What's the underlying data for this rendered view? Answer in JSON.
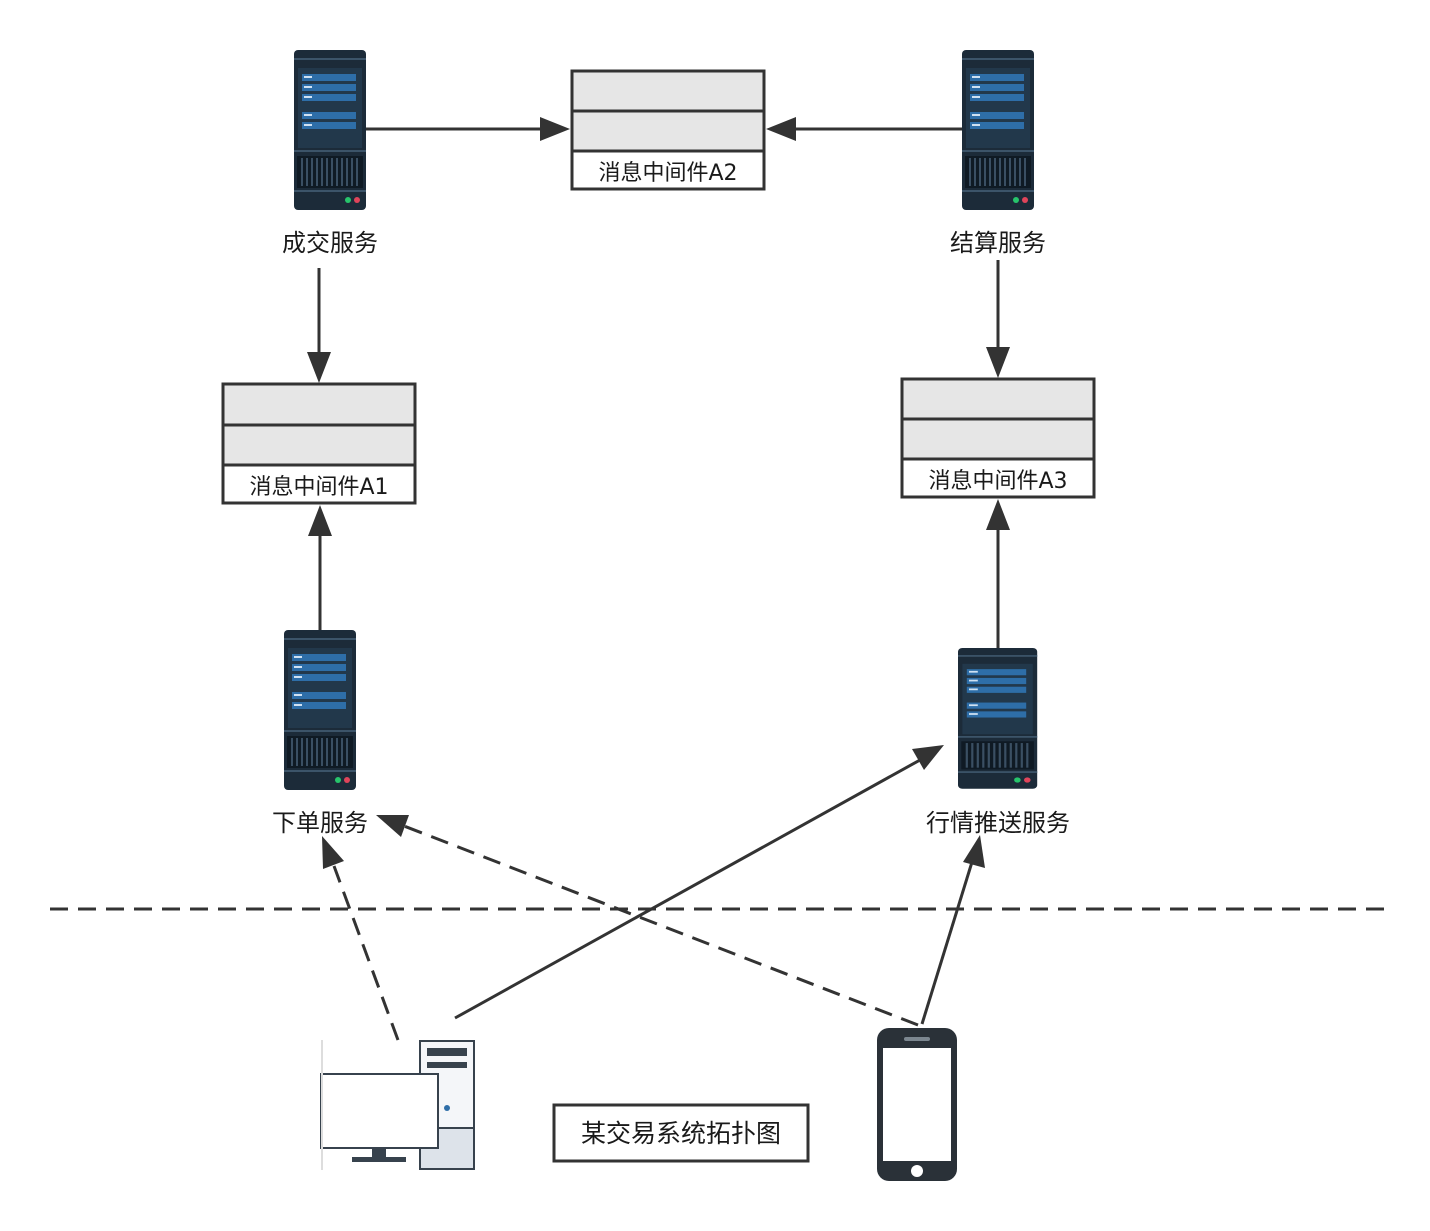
{
  "diagram": {
    "title": "某交易系统拓扑图",
    "services": {
      "deal": "成交服务",
      "settle": "结算服务",
      "order": "下单服务",
      "quote": "行情推送服务"
    },
    "queues": {
      "a1": "消息中间件A1",
      "a2": "消息中间件A2",
      "a3": "消息中间件A3"
    },
    "clients": {
      "desktop": "desktop-computer-icon",
      "mobile": "mobile-phone-icon"
    },
    "colors": {
      "server_dark": "#1f2f3d",
      "server_bar": "#2e6ea8",
      "queue_fill": "#e6e6e6",
      "line": "#333333"
    }
  }
}
